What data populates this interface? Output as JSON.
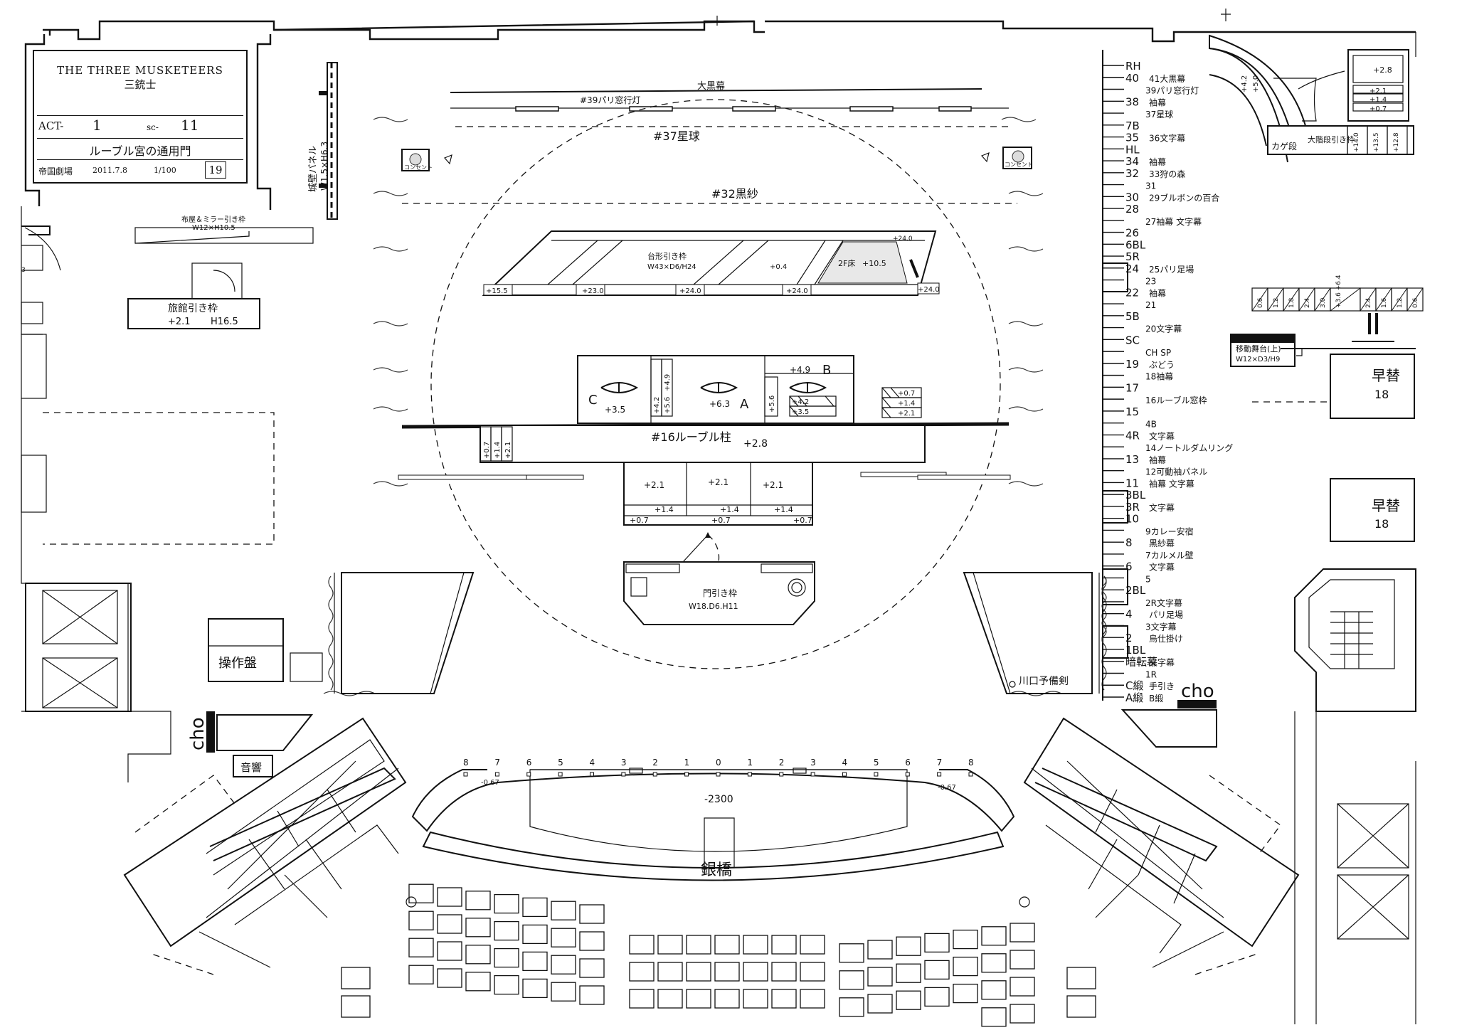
{
  "title_block": {
    "title_en": "THE THREE MUSKETEERS",
    "title_ja": "三銃士",
    "act_label": "ACT-",
    "act_num": "1",
    "sc_label": "sc-",
    "sc_num": "11",
    "scene": "ルーブル宮の通用門",
    "venue": "帝国劇場",
    "date": "2011.7.8",
    "scale": "1/100",
    "page": "19"
  },
  "upstage": {
    "black_drape": "大黒幕",
    "paris_lamps": "#39パリ窓行灯",
    "star_globe": "#37星球",
    "black_gauze": "#32黒紗",
    "castle_panel": "城壁パネル",
    "castle_panel_size": "W1.5×H6.3",
    "consent_left": "コンセント",
    "consent_right": "コンセント"
  },
  "left_units": {
    "mirror_wagon": "布屋＆ミラー引き枠",
    "mirror_wagon_size": "W12×H10.5",
    "inn_wagon": "旅館引き枠",
    "inn_wagon_h": "+2.1",
    "inn_wagon_h2": "H16.5",
    "left_edge_mark": "3"
  },
  "trapezoid_wagon": {
    "label": "台形引き枠",
    "size": "W43×D6/H24",
    "mid_level": "+0.4",
    "floor2": "2F床",
    "floor2_level": "+10.5",
    "level_a": "+15.5",
    "level_b": "+23.0",
    "level_c": "+24.0",
    "level_d": "+24.0",
    "level_e": "+24.0",
    "level_f": "+24.0"
  },
  "center_platforms": {
    "c_label": "C",
    "c_level": "+3.5",
    "a_label": "A",
    "a_level": "+6.3",
    "b_label": "B",
    "b_level": "+4.9",
    "step_42": "+4.2",
    "step_49": "+4.9",
    "step_56a": "+5.6",
    "step_56b": "+5.6",
    "b_step_42": "+4.2",
    "b_step_35": "+3.5",
    "r_step_07": "+0.7",
    "r_step_14": "+1.4",
    "r_step_21": "+2.1",
    "l_step_07": "+0.7",
    "l_step_14": "+1.4",
    "l_step_21": "+2.1",
    "louvre_pillar": "#16ルーブル柱",
    "pillar_level": "+2.8",
    "front_21a": "+2.1",
    "front_21b": "+2.1",
    "front_21c": "+2.1",
    "front_14a": "+1.4",
    "front_14b": "+1.4",
    "front_14c": "+1.4",
    "front_07a": "+0.7",
    "front_07b": "+0.7",
    "front_07c": "+0.7",
    "gate_wagon": "門引き枠",
    "gate_size": "W18.D6.H11"
  },
  "downstage_left": {
    "panel": "操作盤",
    "cho": "cho",
    "sound": "音響"
  },
  "downstage_right": {
    "kawaguchi": "川口予備剣",
    "cho": "cho"
  },
  "fly_lines": [
    {
      "num": "RH",
      "note": ""
    },
    {
      "num": "40",
      "note": "41大黒幕"
    },
    {
      "num": "",
      "note": "39パリ窓行灯"
    },
    {
      "num": "38",
      "note": "袖幕"
    },
    {
      "num": "",
      "note": "37星球"
    },
    {
      "num": "7B",
      "note": ""
    },
    {
      "num": "35",
      "note": "36文字幕"
    },
    {
      "num": "HL",
      "note": ""
    },
    {
      "num": "34",
      "note": "袖幕"
    },
    {
      "num": "32",
      "note": "33狩の森"
    },
    {
      "num": "",
      "note": "31"
    },
    {
      "num": "30",
      "note": "29ブルボンの百合"
    },
    {
      "num": "28",
      "note": ""
    },
    {
      "num": "",
      "note": "27袖幕 文字幕"
    },
    {
      "num": "26",
      "note": ""
    },
    {
      "num": "6BL",
      "note": ""
    },
    {
      "num": "5R",
      "note": ""
    },
    {
      "num": "24",
      "note": "25パリ足場"
    },
    {
      "num": "",
      "note": "23"
    },
    {
      "num": "22",
      "note": "袖幕"
    },
    {
      "num": "",
      "note": "21"
    },
    {
      "num": "5B",
      "note": ""
    },
    {
      "num": "",
      "note": "20文字幕"
    },
    {
      "num": "SC",
      "note": ""
    },
    {
      "num": "",
      "note": "CH SP"
    },
    {
      "num": "19",
      "note": "ぶどう"
    },
    {
      "num": "",
      "note": "18袖幕"
    },
    {
      "num": "17",
      "note": ""
    },
    {
      "num": "",
      "note": "16ルーブル窓枠"
    },
    {
      "num": "15",
      "note": ""
    },
    {
      "num": "",
      "note": "4B"
    },
    {
      "num": "4R",
      "note": "文字幕"
    },
    {
      "num": "",
      "note": "14ノートルダムリング"
    },
    {
      "num": "13",
      "note": "袖幕"
    },
    {
      "num": "",
      "note": "12可動袖パネル"
    },
    {
      "num": "11",
      "note": "袖幕 文字幕"
    },
    {
      "num": "3BL",
      "note": ""
    },
    {
      "num": "3R",
      "note": "文字幕"
    },
    {
      "num": "10",
      "note": ""
    },
    {
      "num": "",
      "note": "9カレー安宿"
    },
    {
      "num": "8",
      "note": "黒紗幕"
    },
    {
      "num": "",
      "note": "7カルメル壁"
    },
    {
      "num": "6",
      "note": "文字幕"
    },
    {
      "num": "",
      "note": "5"
    },
    {
      "num": "2BL",
      "note": ""
    },
    {
      "num": "",
      "note": "2R文字幕"
    },
    {
      "num": "4",
      "note": "パリ足場"
    },
    {
      "num": "",
      "note": "3文字幕"
    },
    {
      "num": "2",
      "note": "烏仕掛け"
    },
    {
      "num": "1BL",
      "note": ""
    },
    {
      "num": "暗転幕",
      "note": "文字幕"
    },
    {
      "num": "",
      "note": "1R"
    },
    {
      "num": "C緞",
      "note": "手引き"
    },
    {
      "num": "A緞",
      "note": "B緞"
    }
  ],
  "stage_right": {
    "kage_step": "カゲ段",
    "stair_wagon": "大階段引き枠",
    "lvl_140": "+14.0",
    "lvl_135": "+13.5",
    "lvl_128": "+12.8",
    "lvl_28": "+2.8",
    "lvl_21": "+2.1",
    "lvl_14": "+1.4",
    "lvl_07": "+0.7",
    "lvl_42": "+4.2",
    "lvl_50": "+5.0",
    "mobile_stage": "移動舞台(上)",
    "mobile_size": "W12×D3/H9",
    "steps": [
      "0.6",
      "1.2",
      "1.8",
      "2.4",
      "3.0",
      "+3.6 +6.4",
      "2.4",
      "1.6",
      "1.2",
      "0.6"
    ],
    "quick_change_1": "早替",
    "quick_change_1_num": "18",
    "quick_change_2": "早替",
    "quick_change_2_num": "18"
  },
  "apron": {
    "ruler": [
      "8",
      "7",
      "6",
      "5",
      "4",
      "3",
      "2",
      "1",
      "0",
      "1",
      "2",
      "3",
      "4",
      "5",
      "6",
      "7",
      "8"
    ],
    "offset_left": "-0.67",
    "offset_right": "-0.67",
    "pit_depth": "-2300",
    "silver_bridge": "銀橋"
  }
}
